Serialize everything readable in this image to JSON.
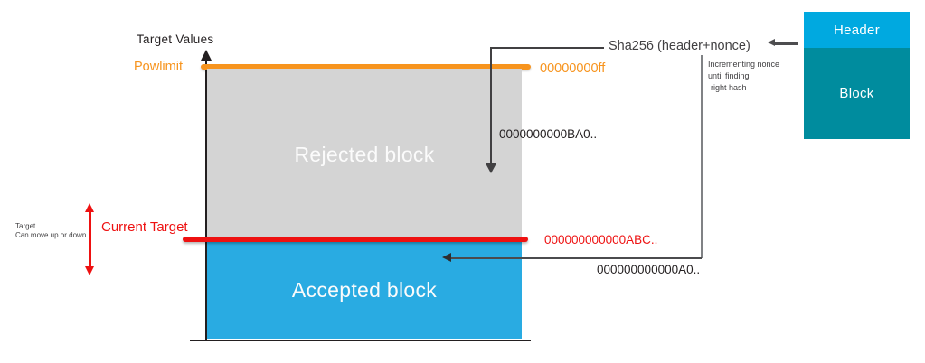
{
  "colors": {
    "orange": "#F7941E",
    "red": "#EE1111",
    "blue": "#29ABE2",
    "teal": "#008C9E",
    "header_blue": "#00A9E0",
    "gray_block": "#D4D4D4",
    "ink": "#231F20",
    "annotation": "#414042",
    "connector_gray": "#808285"
  },
  "axis": {
    "title": "Target Values"
  },
  "powlimit": {
    "label": "Powlimit",
    "hash": "00000000ff"
  },
  "rejected_block": {
    "label": "Rejected block",
    "hash": "0000000000BA0.."
  },
  "current_target": {
    "label": "Current Target",
    "hash": "000000000000ABC..",
    "note": {
      "line1": "Target",
      "line2": "Can move up or down"
    }
  },
  "accepted_block": {
    "label": "Accepted block",
    "hash": "000000000000A0.."
  },
  "sha256": {
    "label": "Sha256 (header+nonce)",
    "note": {
      "line1": "Incrementing nonce",
      "line2": "until finding",
      "line3": "right hash"
    }
  },
  "block_structure": {
    "header_label": "Header",
    "block_label": "Block"
  }
}
